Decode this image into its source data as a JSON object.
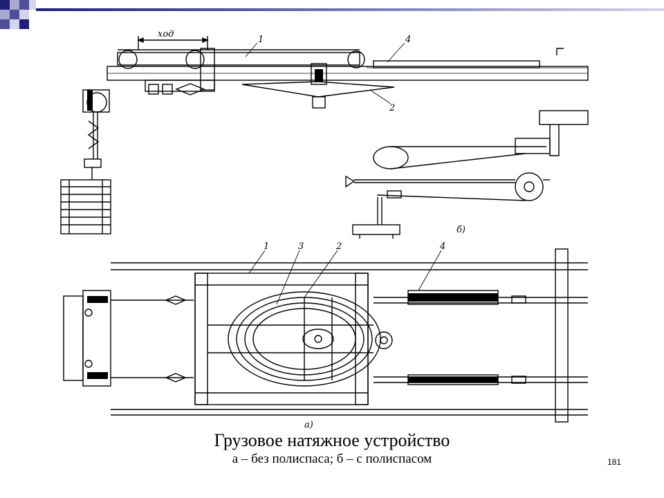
{
  "drawing": {
    "label_stroke": "ход",
    "callouts": [
      "1",
      "2",
      "3",
      "4"
    ],
    "label_a": "а)",
    "label_b": "б)"
  },
  "caption": {
    "title": "Грузовое натяжное устройство",
    "subtitle": "а – без полиспаса; б – с полиспасом"
  },
  "page_number": "181",
  "colors": {
    "accent_dark": "#1f1f78",
    "accent_mid": "#4f4f9c",
    "accent_light": "#a8a8d0",
    "line": "#000000"
  }
}
